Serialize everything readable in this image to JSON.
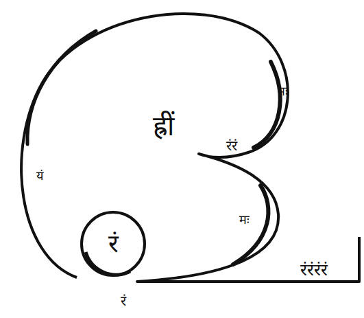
{
  "diagram": {
    "nodes": [
      {
        "text": [
          "ह्रीं"
        ]
      },
      {
        "text": [
          "रं"
        ],
        "in": 0
      }
    ],
    "labels": [
      "रंरं",
      "मः",
      "यं",
      "मः",
      "रं",
      "रंरंरंरं"
    ]
  }
}
